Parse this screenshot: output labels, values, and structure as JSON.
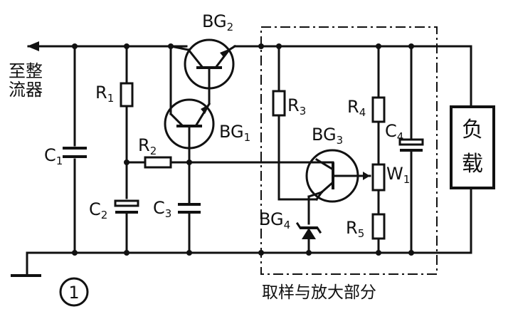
{
  "labels": {
    "input": [
      "至整",
      "流器"
    ],
    "c1": "C",
    "c1_sub": "1",
    "c2": "C",
    "c2_sub": "2",
    "c3": "C",
    "c3_sub": "3",
    "c4": "C",
    "c4_sub": "4",
    "r1": "R",
    "r1_sub": "1",
    "r2": "R",
    "r2_sub": "2",
    "r3": "R",
    "r3_sub": "3",
    "r4": "R",
    "r4_sub": "4",
    "r5": "R",
    "r5_sub": "5",
    "w1": "W",
    "w1_sub": "1",
    "bg1": "BG",
    "bg1_sub": "1",
    "bg2": "BG",
    "bg2_sub": "2",
    "bg3": "BG",
    "bg3_sub": "3",
    "bg4": "BG",
    "bg4_sub": "4",
    "load_line1": "负",
    "load_line2": "载",
    "section": "取样与放大部分",
    "figure_number": "1"
  }
}
